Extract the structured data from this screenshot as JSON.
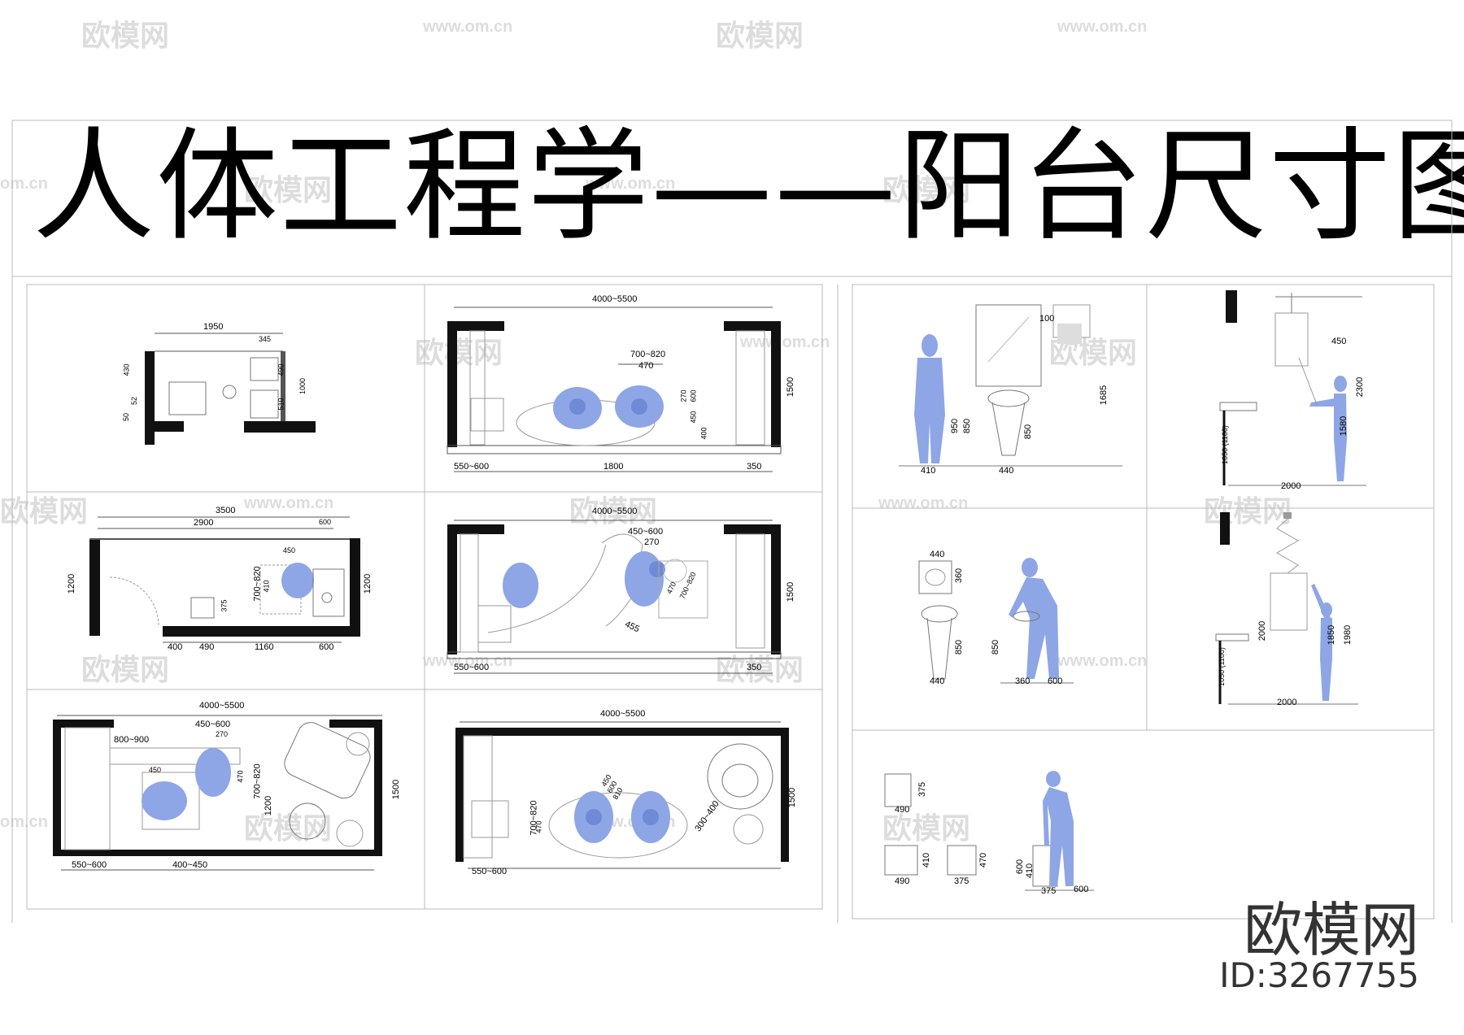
{
  "title": "人体工程学——阳台尺寸图",
  "brand": {
    "name": "欧模网",
    "id": "ID:3267755",
    "watermark": "欧模网",
    "url": "www.om.cn",
    "url_short": "om.cn"
  },
  "colors": {
    "figure_fill": "#8ea6e6",
    "wall": "#111111",
    "line": "#555555"
  },
  "panel_a": {
    "dims": [
      "1950",
      "345",
      "430",
      "52",
      "50",
      "490",
      "1000",
      "510"
    ]
  },
  "panel_b": {
    "dims": [
      "4000~5500",
      "700~820",
      "470",
      "270",
      "600",
      "450",
      "400",
      "1500",
      "550~600",
      "1800",
      "350"
    ]
  },
  "panel_c": {
    "dims": [
      "3500",
      "2900",
      "600",
      "1200",
      "700~820",
      "410",
      "450",
      "375",
      "1200",
      "400",
      "490",
      "1160",
      "600"
    ]
  },
  "panel_d": {
    "dims": [
      "4000~5500",
      "450~600",
      "270",
      "700~820",
      "470",
      "455",
      "1500",
      "550~600",
      "350"
    ]
  },
  "panel_e": {
    "dims": [
      "4000~5500",
      "450~600",
      "800~900",
      "270",
      "450",
      "700~820",
      "470",
      "1200",
      "1500",
      "550~600",
      "400~450"
    ]
  },
  "panel_f": {
    "dims": [
      "4000~5500",
      "700~820",
      "470",
      "450",
      "600",
      "810",
      "300~400",
      "1500",
      "550~600"
    ]
  },
  "panel_g": {
    "dims": [
      "100",
      "1685",
      "950",
      "850",
      "850",
      "410",
      "440"
    ]
  },
  "panel_h": {
    "dims": [
      "450",
      "2300",
      "1580",
      "1050 (1100)",
      "2000"
    ]
  },
  "panel_i": {
    "dims": [
      "440",
      "360",
      "850",
      "440",
      "850",
      "360",
      "600"
    ]
  },
  "panel_j": {
    "dims": [
      "2000",
      "1850",
      "1980",
      "1050 (1100)",
      "2000"
    ]
  },
  "panel_k": {
    "dims": [
      "375",
      "490",
      "410",
      "470",
      "490",
      "375",
      "600",
      "410",
      "375",
      "600"
    ]
  }
}
